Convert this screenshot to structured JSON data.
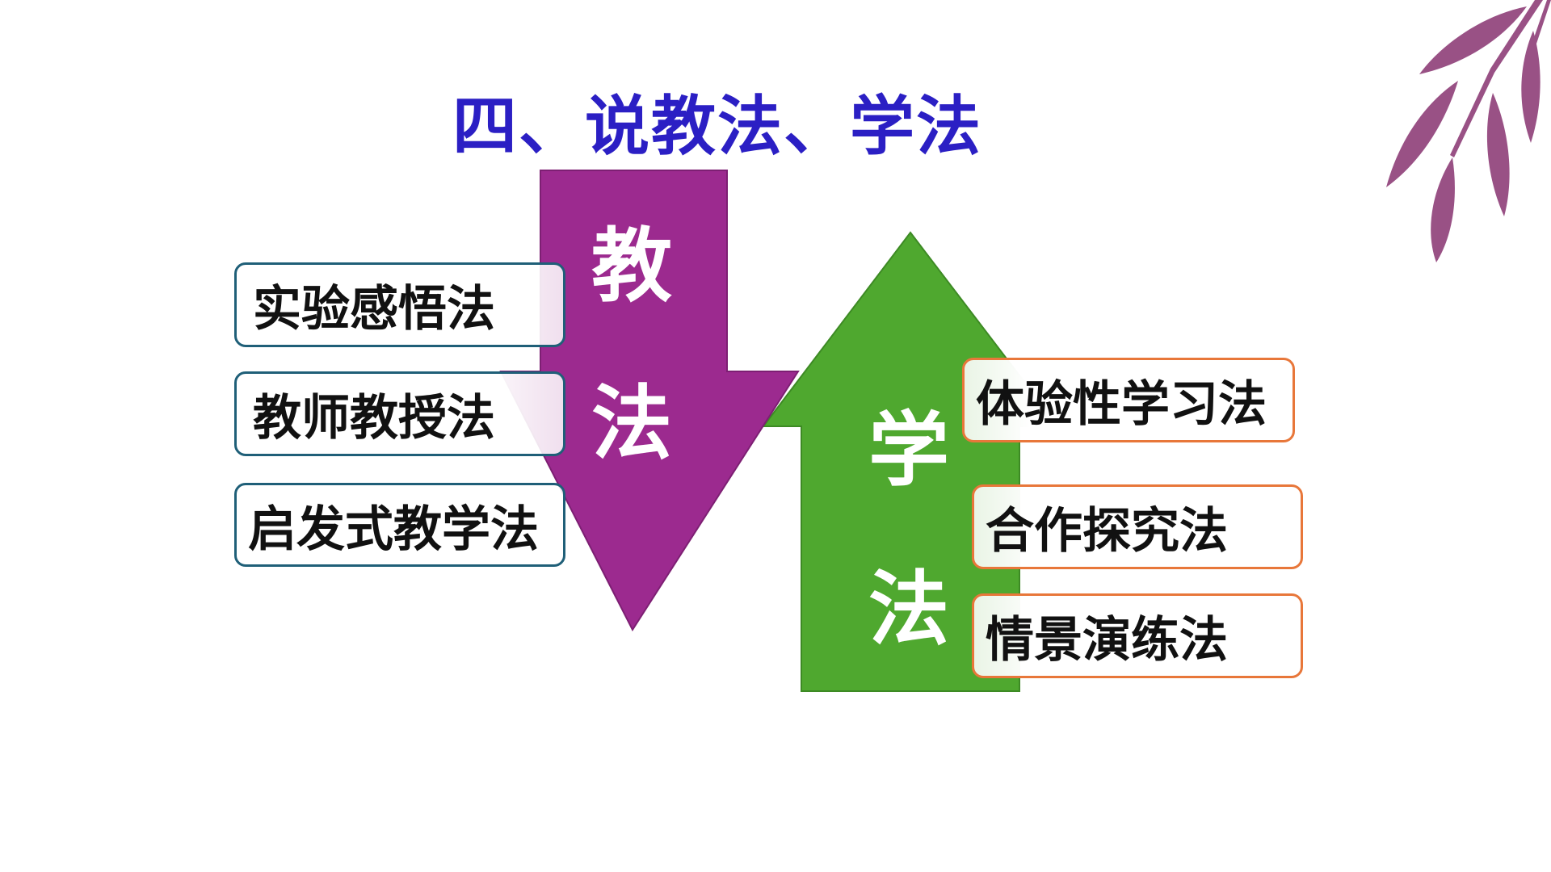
{
  "title": "四、说教法、学法",
  "teaching": {
    "label_1": "教",
    "label_2": "法",
    "color": "#9c2a8f",
    "methods": [
      "实验感悟法",
      "教师教授法",
      "启发式教学法"
    ]
  },
  "learning": {
    "label_1": "学",
    "label_2": "法",
    "color": "#4fa82f",
    "methods": [
      "体验性学习法",
      "合作探究法",
      "情景演练法"
    ]
  },
  "decoration": {
    "icon": "leaf-branch-icon",
    "color": "#8e3f78"
  }
}
